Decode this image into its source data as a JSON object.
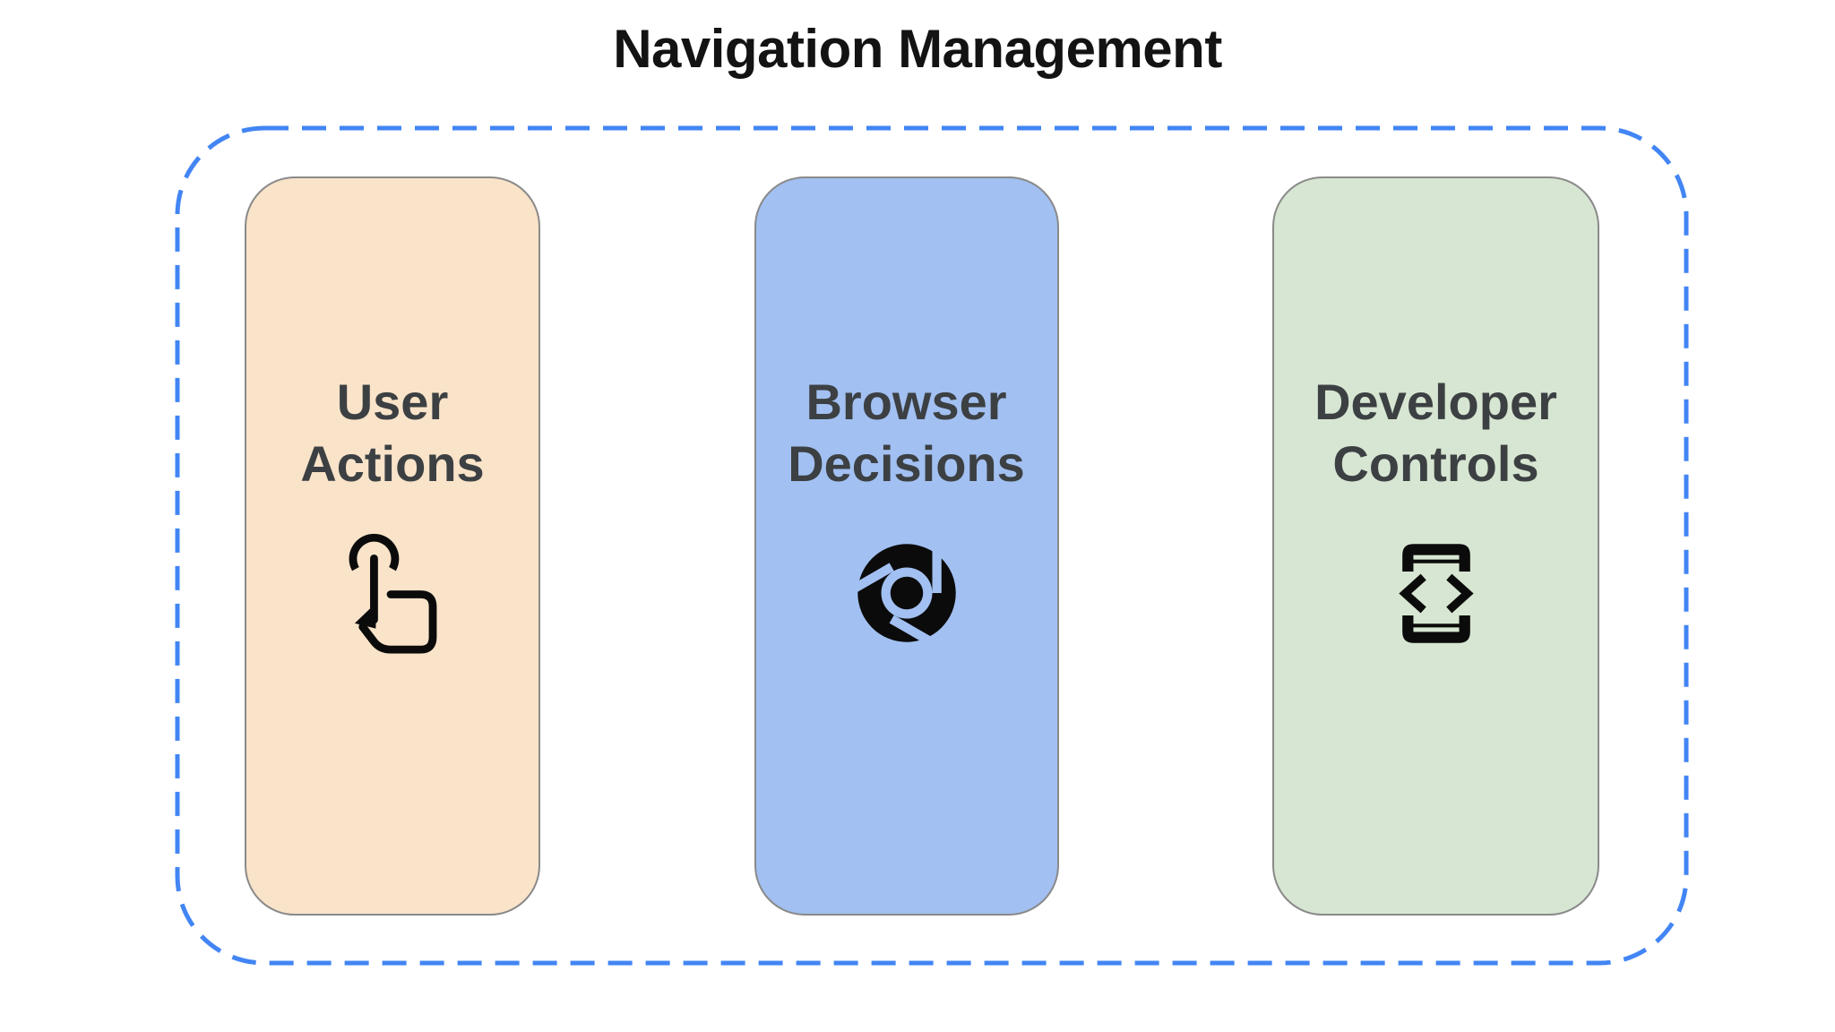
{
  "title": "Navigation Management",
  "boundary": {
    "shape": "dashed-rounded-rectangle",
    "border_color": "#4285F4"
  },
  "cards": [
    {
      "id": "user-actions",
      "label": "User\nActions",
      "icon": "touch-gesture-icon",
      "bg": "#F9E3C9"
    },
    {
      "id": "browser-decisions",
      "label": "Browser\nDecisions",
      "icon": "chrome-browser-icon",
      "bg": "#A2C0F1"
    },
    {
      "id": "developer-controls",
      "label": "Developer\nControls",
      "icon": "developer-mode-icon",
      "bg": "#D7E6D2"
    }
  ],
  "colors": {
    "boundary_border": "#4285F4",
    "card_text": "#3C4043",
    "title_text": "#131313",
    "icon": "#0B0B0B",
    "card_border": "#8A8A8A"
  }
}
